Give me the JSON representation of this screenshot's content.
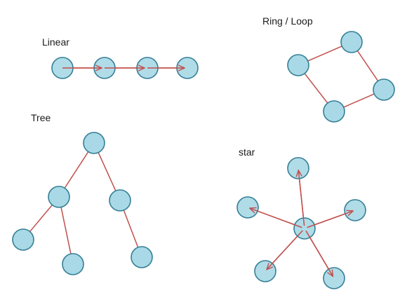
{
  "labels": {
    "linear": "Linear",
    "ring": "Ring / Loop",
    "tree": "Tree",
    "star": "star"
  },
  "colors": {
    "node_fill": "#a9d9e6",
    "node_stroke": "#357f96",
    "arrow": "#c0504d",
    "background": "#ffffff"
  },
  "diagrams": [
    {
      "id": "linear",
      "nodes": [
        "l1",
        "l2",
        "l3",
        "l4"
      ],
      "edges": [
        [
          "l1",
          "l2"
        ],
        [
          "l2",
          "l3"
        ],
        [
          "l3",
          "l4"
        ]
      ]
    },
    {
      "id": "ring",
      "nodes": [
        "r1",
        "r2",
        "r3",
        "r4"
      ],
      "edges": [
        [
          "r1",
          "r2"
        ],
        [
          "r2",
          "r3"
        ],
        [
          "r3",
          "r4"
        ],
        [
          "r4",
          "r1"
        ]
      ]
    },
    {
      "id": "tree",
      "nodes": [
        "t0",
        "t1",
        "t2",
        "t3",
        "t4",
        "t5"
      ],
      "edges": [
        [
          "t0",
          "t1"
        ],
        [
          "t0",
          "t2"
        ],
        [
          "t1",
          "t3"
        ],
        [
          "t1",
          "t4"
        ],
        [
          "t2",
          "t5"
        ]
      ]
    },
    {
      "id": "star",
      "nodes": [
        "s0",
        "s1",
        "s2",
        "s3",
        "s4",
        "s5"
      ],
      "edges": [
        [
          "s0",
          "s1"
        ],
        [
          "s0",
          "s2"
        ],
        [
          "s0",
          "s3"
        ],
        [
          "s0",
          "s4"
        ],
        [
          "s0",
          "s5"
        ]
      ]
    }
  ]
}
